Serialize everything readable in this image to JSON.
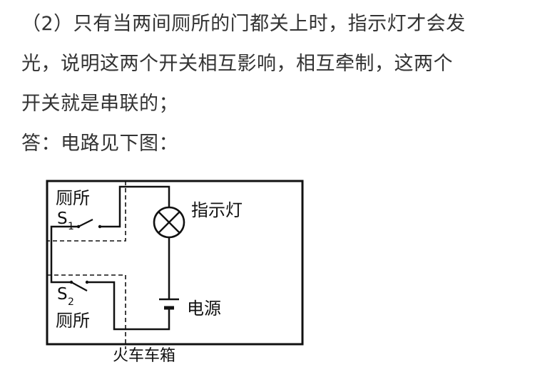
{
  "text": {
    "line1": "（2）只有当两间厕所的门都关上时，指示灯才会发",
    "line2": "光，说明这两个开关相互影响，相互牵制，这两个",
    "line3": "开关就是串联的；",
    "line4": "答：电路见下图："
  },
  "figure": {
    "toilet_top": "厕所",
    "s1": "S",
    "s1_sub": "1",
    "s2": "S",
    "s2_sub": "2",
    "toilet_bottom": "厕所",
    "lamp_label": "指示灯",
    "power_label": "电源",
    "caption": "火车车箱"
  }
}
